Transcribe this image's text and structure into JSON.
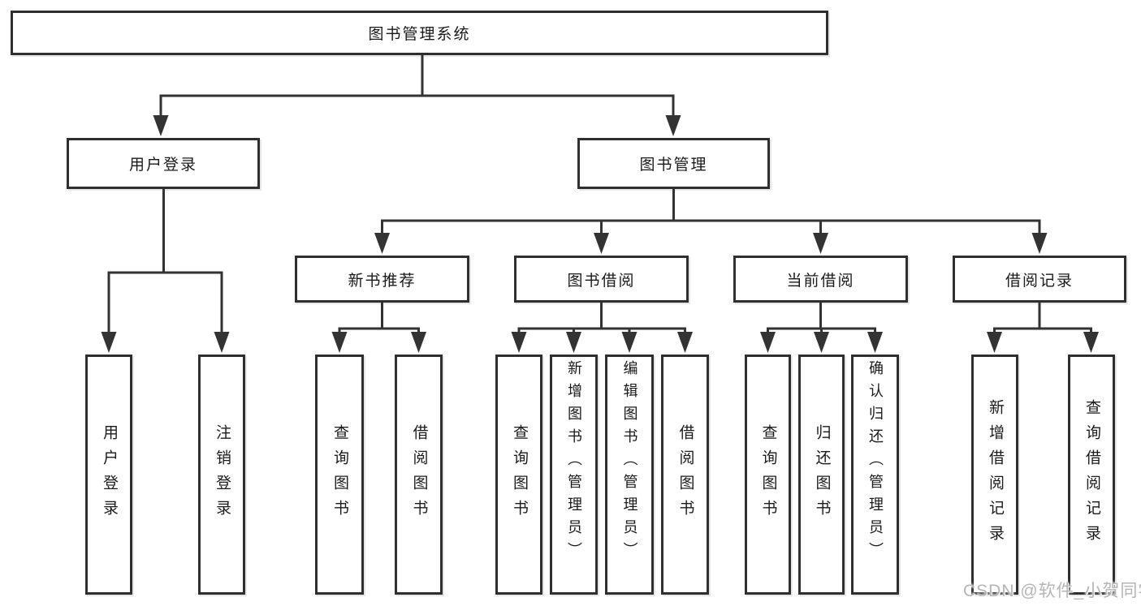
{
  "tree": {
    "label": "图书管理系统",
    "children": [
      {
        "label": "用户登录",
        "children": [
          {
            "label": "用户登录"
          },
          {
            "label": "注销登录"
          }
        ]
      },
      {
        "label": "图书管理",
        "children": [
          {
            "label": "新书推荐",
            "children": [
              {
                "label": "查询图书"
              },
              {
                "label": "借阅图书"
              }
            ]
          },
          {
            "label": "图书借阅",
            "children": [
              {
                "label": "查询图书"
              },
              {
                "label": "新增图书（管理员）"
              },
              {
                "label": "编辑图书（管理员）"
              },
              {
                "label": "借阅图书"
              }
            ]
          },
          {
            "label": "当前借阅",
            "children": [
              {
                "label": "查询图书"
              },
              {
                "label": "归还图书"
              },
              {
                "label": "确认归还（管理员）"
              }
            ]
          },
          {
            "label": "借阅记录",
            "children": [
              {
                "label": "新增借阅记录"
              },
              {
                "label": "查询借阅记录"
              }
            ]
          }
        ]
      }
    ]
  },
  "watermark": {
    "text": "CSDN @软件_小贺同学"
  },
  "colors": {
    "background": "#ffffff",
    "line": "#333333",
    "box_border": "#2f2f2f",
    "text": "#1a1a1a",
    "watermark": "#b5b5b5"
  }
}
